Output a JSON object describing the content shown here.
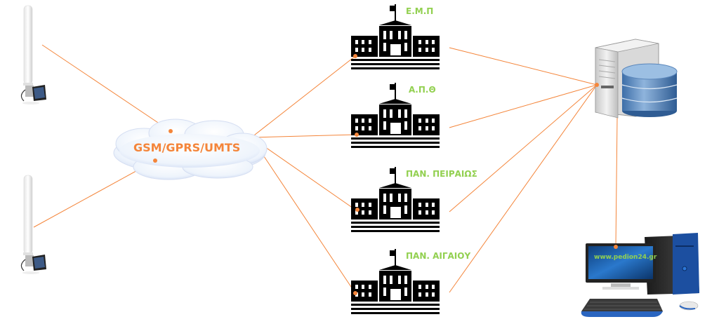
{
  "diagram": {
    "network": {
      "label": "GSM/GPRS/UMTS"
    },
    "stations": [
      {
        "id": "station-1"
      },
      {
        "id": "station-2"
      }
    ],
    "universities": [
      {
        "label": "Ε.Μ.Π"
      },
      {
        "label": "Α.Π.Θ"
      },
      {
        "label": "ΠΑΝ. ΠΕΙΡΑΙΩΣ"
      },
      {
        "label": "ΠΑΝ. ΑΙΓΑΙΟΥ"
      }
    ],
    "server": {
      "label": ""
    },
    "client": {
      "screen_text": "www.pedion24.gr"
    },
    "colors": {
      "link": "#f4853a",
      "label_green": "#92d050",
      "building": "#000000",
      "monitor_screen": "#1b5fb0",
      "db_blue": "#4f81bd"
    }
  }
}
